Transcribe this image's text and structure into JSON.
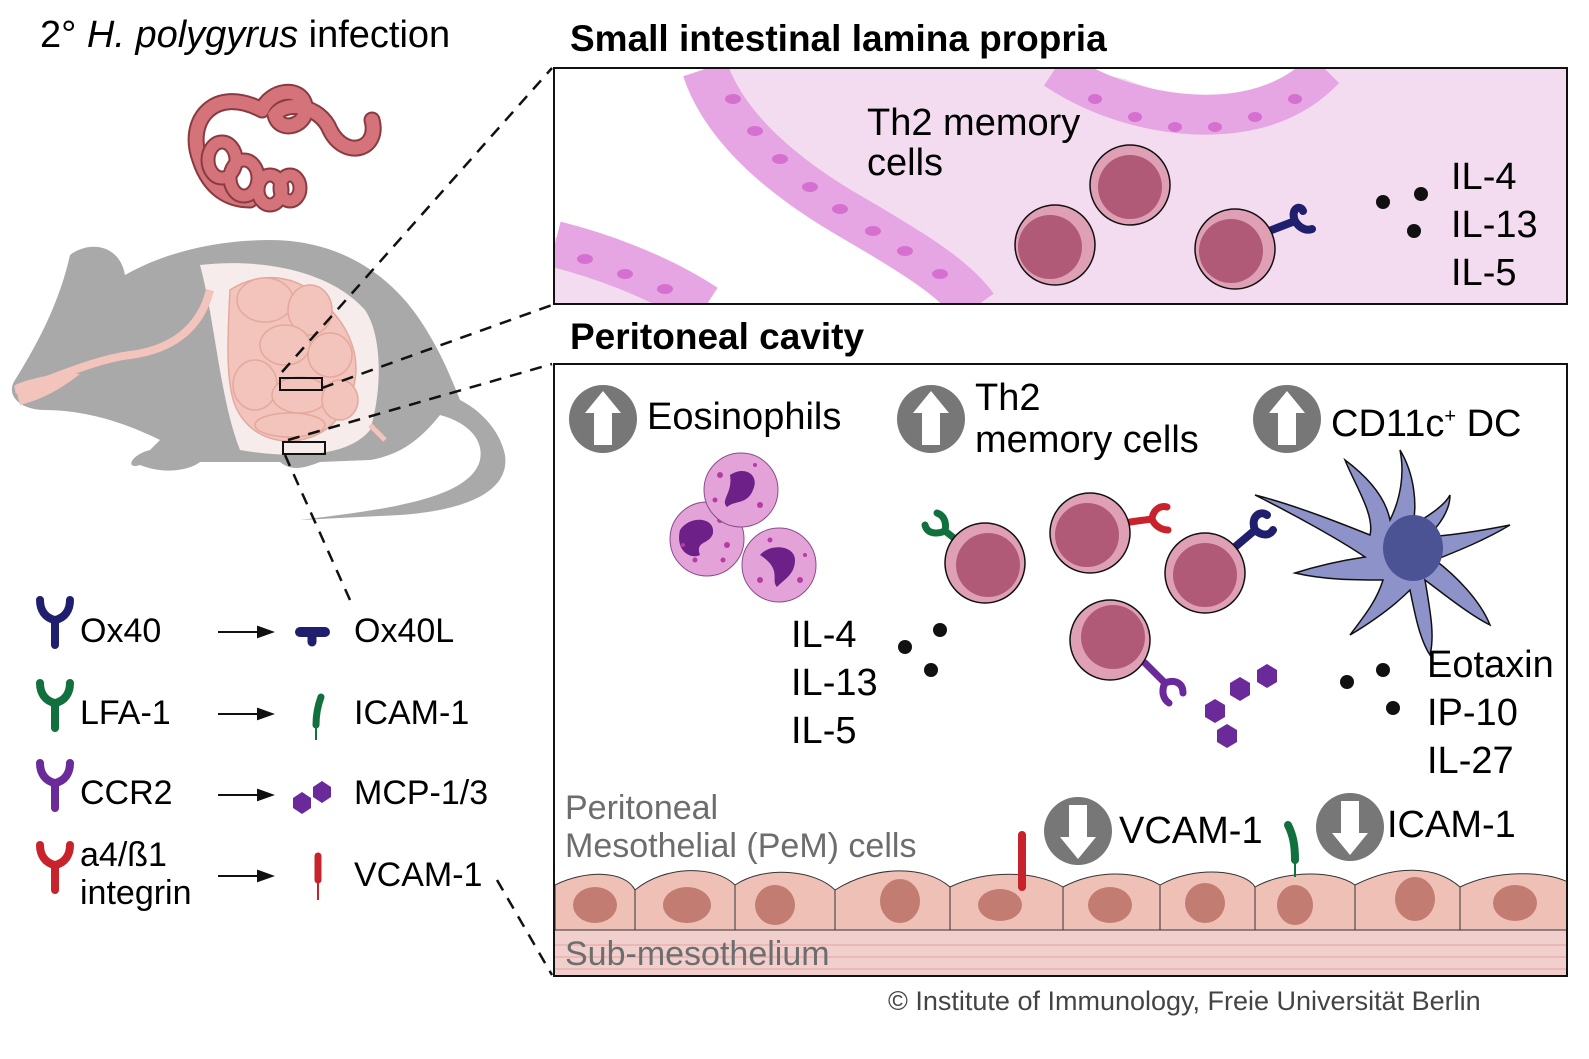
{
  "header": {
    "prefix": "2° ",
    "species": "H. polygyrus",
    "suffix": " infection"
  },
  "colors": {
    "worm": "#d4737a",
    "mouse": "#a9a9a9",
    "gut": "#f2c4bb",
    "lamina_bg": "#f3dcef",
    "epithelium": "#e6a6e3",
    "epithelium_nucleus": "#d670d0",
    "th2_outer": "#dfa0b5",
    "th2_inner": "#b05a78",
    "ox40": "#1f1f6e",
    "lfa1": "#12703e",
    "ccr2": "#6a2a9a",
    "a4b1": "#c8232c",
    "dc": "#8d93c9",
    "dc_nucleus": "#4c5394",
    "eosinophil": "#e3a3d9",
    "eosinophil_nucleus": "#6d2088",
    "indicator": "#777777",
    "mesothelium": "#efc0b5",
    "mesothelium_nucleus": "#c27c72",
    "submesothelium": "#f1cfcc"
  },
  "lamina_propria": {
    "title": "Small intestinal lamina propria",
    "cells_label_line1": "Th2 memory",
    "cells_label_line2": "cells",
    "cytokines": [
      "IL-4",
      "IL-13",
      "IL-5"
    ]
  },
  "peritoneal": {
    "title": "Peritoneal cavity",
    "indicators_up": [
      {
        "label": "Eosinophils",
        "direction": "up"
      },
      {
        "label_line1": "Th2",
        "label_line2": "memory cells",
        "direction": "up"
      },
      {
        "label": "CD11c",
        "superscript": "+",
        "label_suffix": " DC",
        "direction": "up"
      }
    ],
    "cytokines_left": [
      "IL-4",
      "IL-13",
      "IL-5"
    ],
    "chemokines_right": [
      "Eotaxin",
      "IP-10",
      "IL-27"
    ],
    "indicators_down": [
      {
        "label": "VCAM-1",
        "direction": "down"
      },
      {
        "label": "ICAM-1",
        "direction": "down"
      }
    ],
    "pem_label_line1": "Peritoneal",
    "pem_label_line2": "Mesothelial (PeM) cells",
    "submesothelium_label": "Sub-mesothelium"
  },
  "legend": [
    {
      "receptor": "Ox40",
      "ligand": "Ox40L",
      "color_key": "ox40"
    },
    {
      "receptor": "LFA-1",
      "ligand": "ICAM-1",
      "color_key": "lfa1"
    },
    {
      "receptor": "CCR2",
      "ligand": "MCP-1/3",
      "color_key": "ccr2"
    },
    {
      "receptor_line1": "a4/ß1",
      "receptor_line2": "integrin",
      "ligand": "VCAM-1",
      "color_key": "a4b1"
    }
  ],
  "copyright": "© Institute of Immunology, Freie Universität Berlin"
}
